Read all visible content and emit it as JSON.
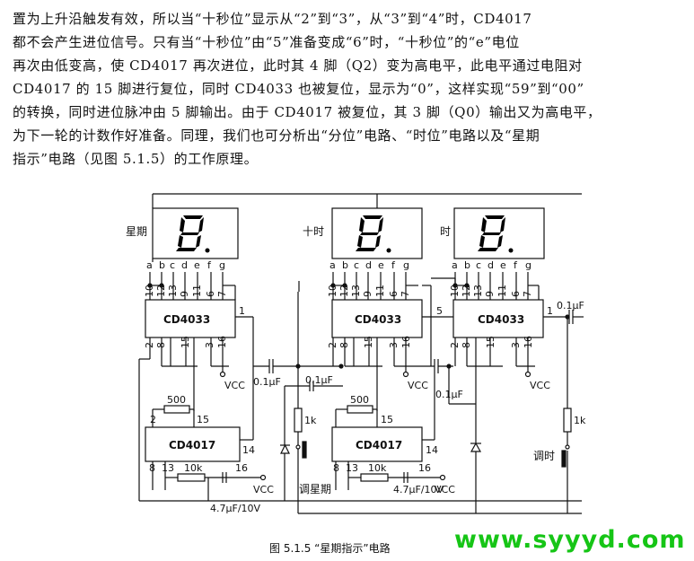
{
  "paragraph": [
    "置为上升沿触发有效，所以当“十秒位”显示从“2”到“3”，从“3”到“4”时，CD4017",
    "都不会产生进位信号。只有当“十秒位”由“5”准备变成“6”时，“十秒位”的“e”电位",
    "再次由低变高，使 CD4017 再次进位，此时其 4 脚（Q2）变为高电平，此电平通过电阻对",
    "CD4017 的 15 脚进行复位，同时 CD4033 也被复位，显示为“0”，这样实现“59”到“00”",
    "的转换，同时进位脉冲由 5 脚输出。由于 CD4017 被复位，其 3 脚（Q0）输出又为高电平，",
    "为下一轮的计数作好准备。同理，我们也可分析出“分位”电路、“时位”电路以及“星期",
    "指示”电路（见图 5.1.5）的工作原理。"
  ],
  "caption": "图 5.1.5   “星期指示”电路",
  "watermark": "www.syyyd.com",
  "circuit": {
    "display_labels": [
      "星期",
      "十时",
      "时"
    ],
    "segment_letters": [
      "a",
      "b",
      "c",
      "d",
      "e",
      "f",
      "g"
    ],
    "top_pins": [
      "10",
      "12",
      "13",
      "9",
      "11",
      "6",
      "7"
    ],
    "counter_chip": "CD4033",
    "counter_bottom_pins": [
      "2",
      "8",
      "15",
      "3",
      "16"
    ],
    "pin_1": "1",
    "pin_5": "5",
    "decade_chip": "CD4017",
    "decade_pins": {
      "p2": "2",
      "p15": "15",
      "p14": "14",
      "p8": "8",
      "p13": "13",
      "p16": "16"
    },
    "r500": "500",
    "r10k": "10k",
    "r1k": "1k",
    "cap_small": "0.1μF",
    "cap_large": "4.7μF/10V",
    "vcc": "VCC",
    "switch_week": "调星期",
    "switch_hour": "调时"
  }
}
